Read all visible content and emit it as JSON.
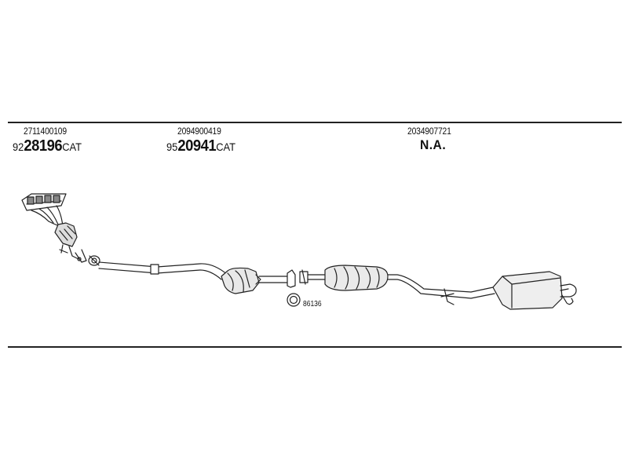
{
  "columns": [
    {
      "oe_number": "2711400109",
      "prefix": "92",
      "code": "28196",
      "suffix": "CAT"
    },
    {
      "oe_number": "2094900419",
      "prefix": "95",
      "code": "20941",
      "suffix": "CAT"
    },
    {
      "oe_number": "2034907721",
      "prefix": "",
      "code": "N.A.",
      "suffix": ""
    }
  ],
  "parts": {
    "gasket_label": "86136"
  },
  "colors": {
    "line": "#222222",
    "background": "#ffffff"
  }
}
